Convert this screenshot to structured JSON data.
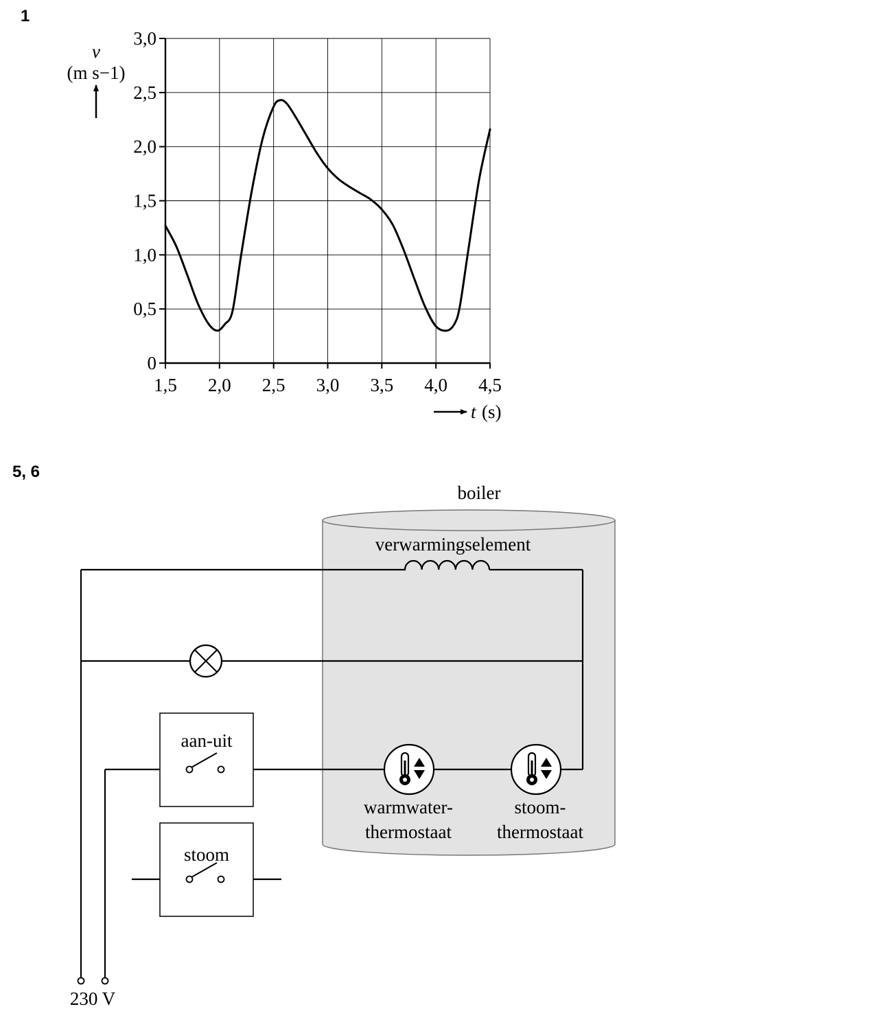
{
  "figures": {
    "graph_number": "1",
    "circuit_number": "5, 6"
  },
  "chart_data": {
    "type": "line",
    "ylabel_symbol": "v",
    "ylabel_unit": "(m s−1)",
    "xlabel_symbol": "t",
    "xlabel_unit": "(s)",
    "xlim": [
      1.5,
      4.5
    ],
    "ylim": [
      0,
      3.0
    ],
    "x_ticks": [
      "1,5",
      "2,0",
      "2,5",
      "3,0",
      "3,5",
      "4,0",
      "4,5"
    ],
    "y_ticks": [
      "0",
      "0,5",
      "1,0",
      "1,5",
      "2,0",
      "2,5",
      "3,0"
    ],
    "grid": true,
    "series": [
      {
        "x": [
          1.5,
          1.6,
          1.7,
          1.8,
          1.9,
          1.98,
          2.05,
          2.12,
          2.2,
          2.3,
          2.4,
          2.5,
          2.56,
          2.62,
          2.7,
          2.8,
          2.9,
          3.0,
          3.1,
          3.2,
          3.3,
          3.4,
          3.5,
          3.6,
          3.7,
          3.8,
          3.9,
          4.0,
          4.1,
          4.17,
          4.22,
          4.3,
          4.4,
          4.5
        ],
        "y": [
          1.27,
          1.08,
          0.82,
          0.55,
          0.36,
          0.3,
          0.36,
          0.48,
          1.0,
          1.6,
          2.08,
          2.37,
          2.43,
          2.4,
          2.28,
          2.11,
          1.94,
          1.8,
          1.7,
          1.63,
          1.57,
          1.51,
          1.42,
          1.28,
          1.05,
          0.78,
          0.52,
          0.34,
          0.3,
          0.36,
          0.52,
          1.05,
          1.7,
          2.16
        ]
      }
    ]
  },
  "circuit": {
    "boiler_label": "boiler",
    "heater_label": "verwarmingselement",
    "switch_power_label": "aan-uit",
    "switch_steam_label": "stoom",
    "thermostat_water_line1": "warmwater-",
    "thermostat_water_line2": "thermostaat",
    "thermostat_steam_line1": "stoom-",
    "thermostat_steam_line2": "thermostaat",
    "supply_label": "230 V",
    "boiler_fill": "#e3e3e3"
  }
}
